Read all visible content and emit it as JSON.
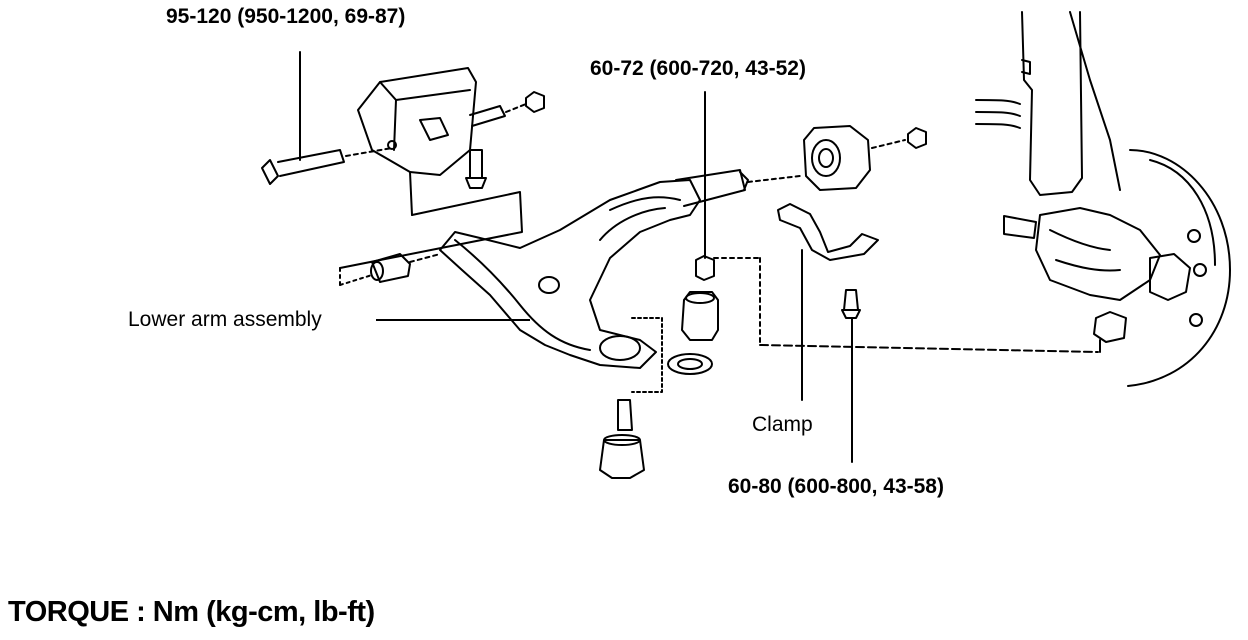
{
  "callouts": {
    "torque_upper_left": "95-120 (950-1200, 69-87)",
    "torque_top_center": "60-72 (600-720, 43-52)",
    "lower_arm": "Lower arm assembly",
    "clamp": "Clamp",
    "torque_bottom": "60-80  (600-800, 43-58)"
  },
  "legend": {
    "torque_units": "TORQUE : Nm (kg-cm, lb-ft)"
  }
}
